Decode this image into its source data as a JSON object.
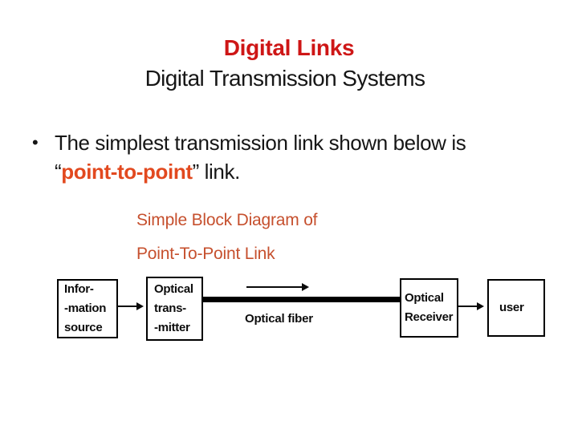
{
  "slide": {
    "title": "Digital Links",
    "subtitle": "Digital Transmission Systems",
    "bullet": {
      "marker": "•",
      "line1": "The simplest transmission link shown below is",
      "quote_open": "“",
      "highlight": "point-to-point",
      "suffix": "” link."
    },
    "caption_line1": "Simple Block Diagram of",
    "caption_line2": "Point-To-Point Link",
    "diagram": {
      "source_box": {
        "line1": "Infor-",
        "line2": "-mation",
        "line3": "source"
      },
      "transmitter_box": {
        "line1": "Optical",
        "line2": "trans-",
        "line3": "-mitter"
      },
      "fiber_label": "Optical fiber",
      "receiver_box": {
        "line1": "Optical",
        "line2": "Receiver"
      },
      "user_box": {
        "label": "user"
      }
    },
    "colors": {
      "title_red": "#ce1616",
      "highlight_orange": "#e2491f",
      "caption_orange": "#c6502e",
      "text_black": "#161616"
    }
  }
}
